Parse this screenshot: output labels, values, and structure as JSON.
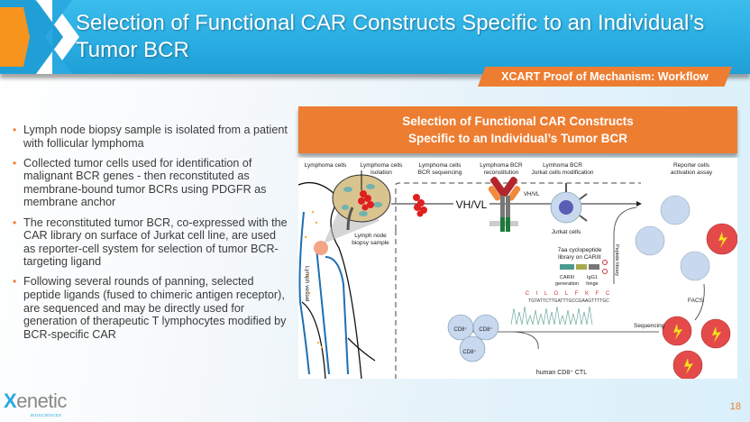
{
  "header": {
    "title": "Selection of Functional CAR Constructs Specific to an Individual’s Tumor BCR",
    "tag": "XCART Proof of Mechanism: Workflow"
  },
  "bullets": [
    "Lymph node biopsy sample is isolated from a patient with follicular lymphoma",
    "Collected tumor cells used for identification of malignant BCR genes - then reconstituted as membrane-bound tumor BCRs using PDGFR as membrane anchor",
    "The reconstituted tumor BCR, co-expressed with the CAR library on surface of Jurkat cell line, are used as reporter-cell system for selection of tumor BCR-targeting ligand",
    "Following several rounds of panning, selected peptide ligands (fused to chimeric antigen receptor), are sequenced and may be directly used for generation of therapeutic T lymphocytes modified by BCR-specific CAR"
  ],
  "panel": {
    "title_line1": "Selection of Functional CAR Constructs",
    "title_line2": "Specific to an Individual’s Tumor BCR"
  },
  "figure": {
    "step_labels": [
      {
        "l1": "Lymphoma cells",
        "l2": ""
      },
      {
        "l1": "Lymphoma cells",
        "l2": "isolation"
      },
      {
        "l1": "Lymphoma cells",
        "l2": "BCR sequencing"
      },
      {
        "l1": "Lymphoma BCR",
        "l2": "reconstitution"
      },
      {
        "l1": "Lymhoma BCR",
        "l2": "Jurkat cells modification"
      },
      {
        "l1": "Reporter cells",
        "l2": "activation assay"
      }
    ],
    "vh_vl_big": "VH/VL",
    "vh_vl_small": "VH/VL",
    "jurkat_cells": "Jurkat cells",
    "lymph_node": "Lymph node",
    "biopsy_sample": "biopsy sample",
    "lymph_vessel": "Lymph vessel",
    "library_l1": "7aa cyclopeptide",
    "library_l2": "library on CARIII",
    "peptide_library": "Peptide library",
    "cariii": "CARIII",
    "generation": "generation",
    "igg1": "IgG1",
    "hinge": "hinge",
    "facs": "FACS",
    "sequencing": "Sequencing",
    "peptide_seq": "C I L D L F K F C",
    "dna_seq": "TGTATTCTTGATTTGCCGAAGTTTTGC",
    "cd8": "CD8⁺",
    "human_ctl": "human CD8⁺ CTL"
  },
  "footer": {
    "logo_x": "X",
    "logo_rest": "enetic",
    "logo_sub": "BIOSCIENCES",
    "page_number": "18"
  },
  "colors": {
    "header_blue": "#2aaee3",
    "accent_orange": "#ed7d31",
    "logo_orange": "#f7941d"
  }
}
